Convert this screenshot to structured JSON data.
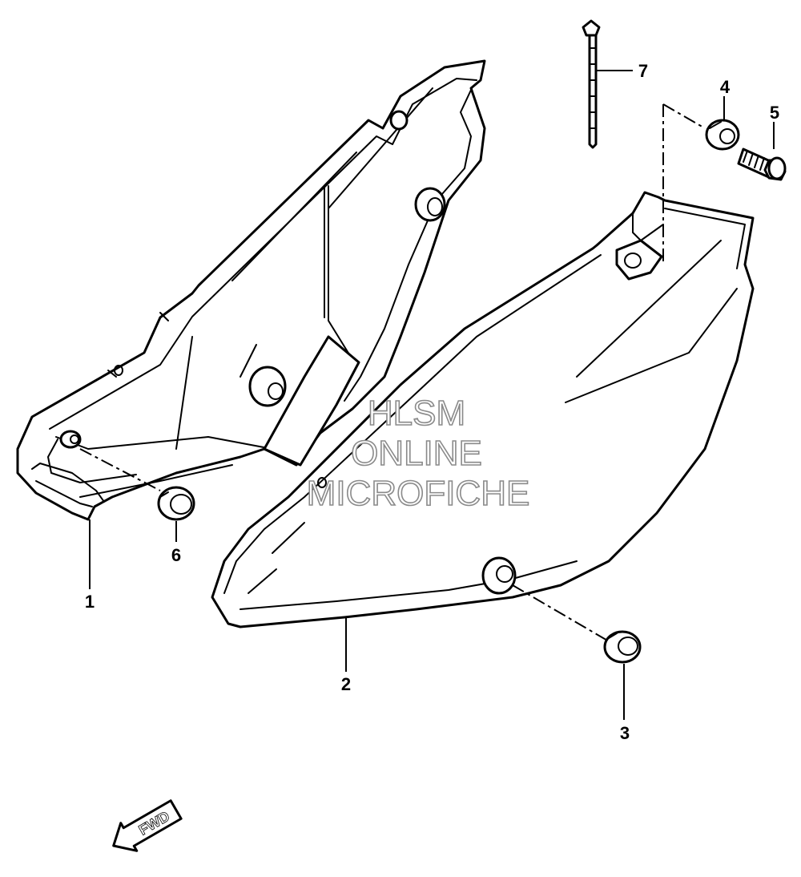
{
  "callouts": {
    "part_1": "1",
    "part_2": "2",
    "part_3": "3",
    "part_4": "4",
    "part_5": "5",
    "part_6": "6",
    "part_7": "7"
  },
  "watermark": {
    "line1": "HLSM",
    "line2": "ONLINE",
    "line3": "MICROFICHE"
  },
  "direction_arrow": {
    "label": "FWD"
  },
  "colors": {
    "line": "#000000",
    "background": "#ffffff",
    "watermark_outline": "#8a8a8a"
  }
}
